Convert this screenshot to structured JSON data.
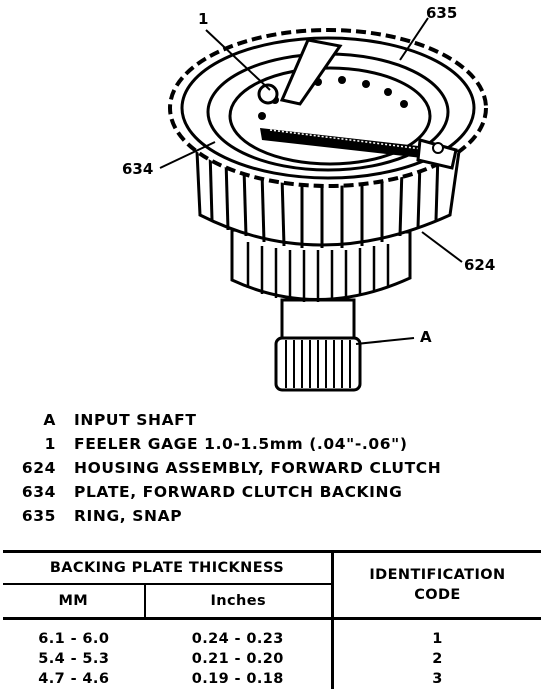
{
  "callouts": {
    "c1": "1",
    "c635": "635",
    "c634": "634",
    "c624": "624",
    "cA": "A"
  },
  "legend": [
    {
      "code": "A",
      "desc": "INPUT SHAFT"
    },
    {
      "code": "1",
      "desc": "FEELER GAGE 1.0-1.5mm (.04\"-.06\")"
    },
    {
      "code": "624",
      "desc": "HOUSING ASSEMBLY, FORWARD CLUTCH"
    },
    {
      "code": "634",
      "desc": "PLATE, FORWARD CLUTCH BACKING"
    },
    {
      "code": "635",
      "desc": "RING, SNAP"
    }
  ],
  "table": {
    "header_thickness": "BACKING PLATE THICKNESS",
    "header_id_line1": "IDENTIFICATION",
    "header_id_line2": "CODE",
    "sub_mm": "MM",
    "sub_inches": "Inches",
    "rows": [
      {
        "mm": "6.1 - 6.0",
        "inches": "0.24 - 0.23",
        "code": "1"
      },
      {
        "mm": "5.4 - 5.3",
        "inches": "0.21 - 0.20",
        "code": "2"
      },
      {
        "mm": "4.7 - 4.6",
        "inches": "0.19 - 0.18",
        "code": "3"
      }
    ]
  }
}
